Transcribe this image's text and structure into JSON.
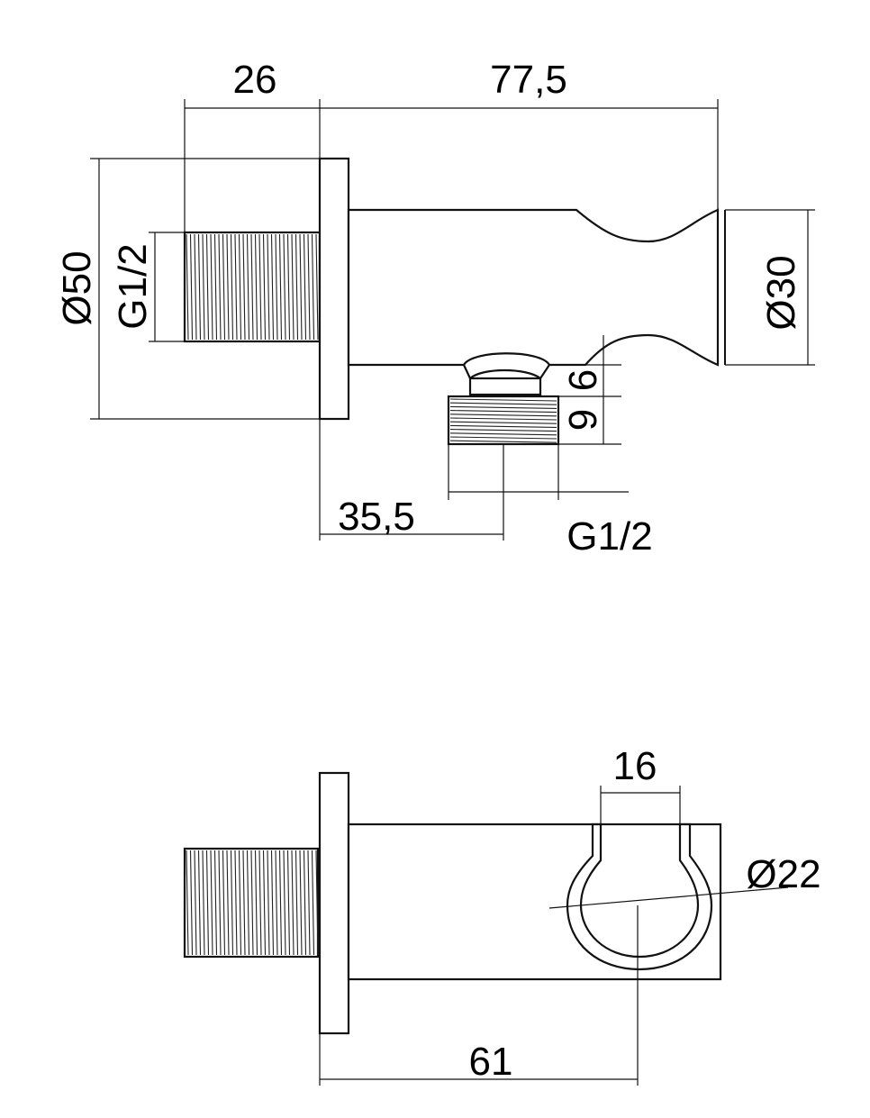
{
  "top_view": {
    "dim_width_flange": "26",
    "dim_length": "77,5",
    "dim_flange_diameter": "Ø50",
    "dim_thread_left": "G1/2",
    "dim_holder_diameter": "Ø30",
    "dim_outlet_height_upper": "6",
    "dim_outlet_height_lower": "9",
    "dim_outlet_offset": "35,5",
    "dim_thread_outlet": "G1/2"
  },
  "side_view": {
    "dim_slot_width": "16",
    "dim_hole_diameter": "Ø22",
    "dim_hole_offset": "61"
  },
  "colors": {
    "line": "#111111",
    "background": "#ffffff"
  }
}
